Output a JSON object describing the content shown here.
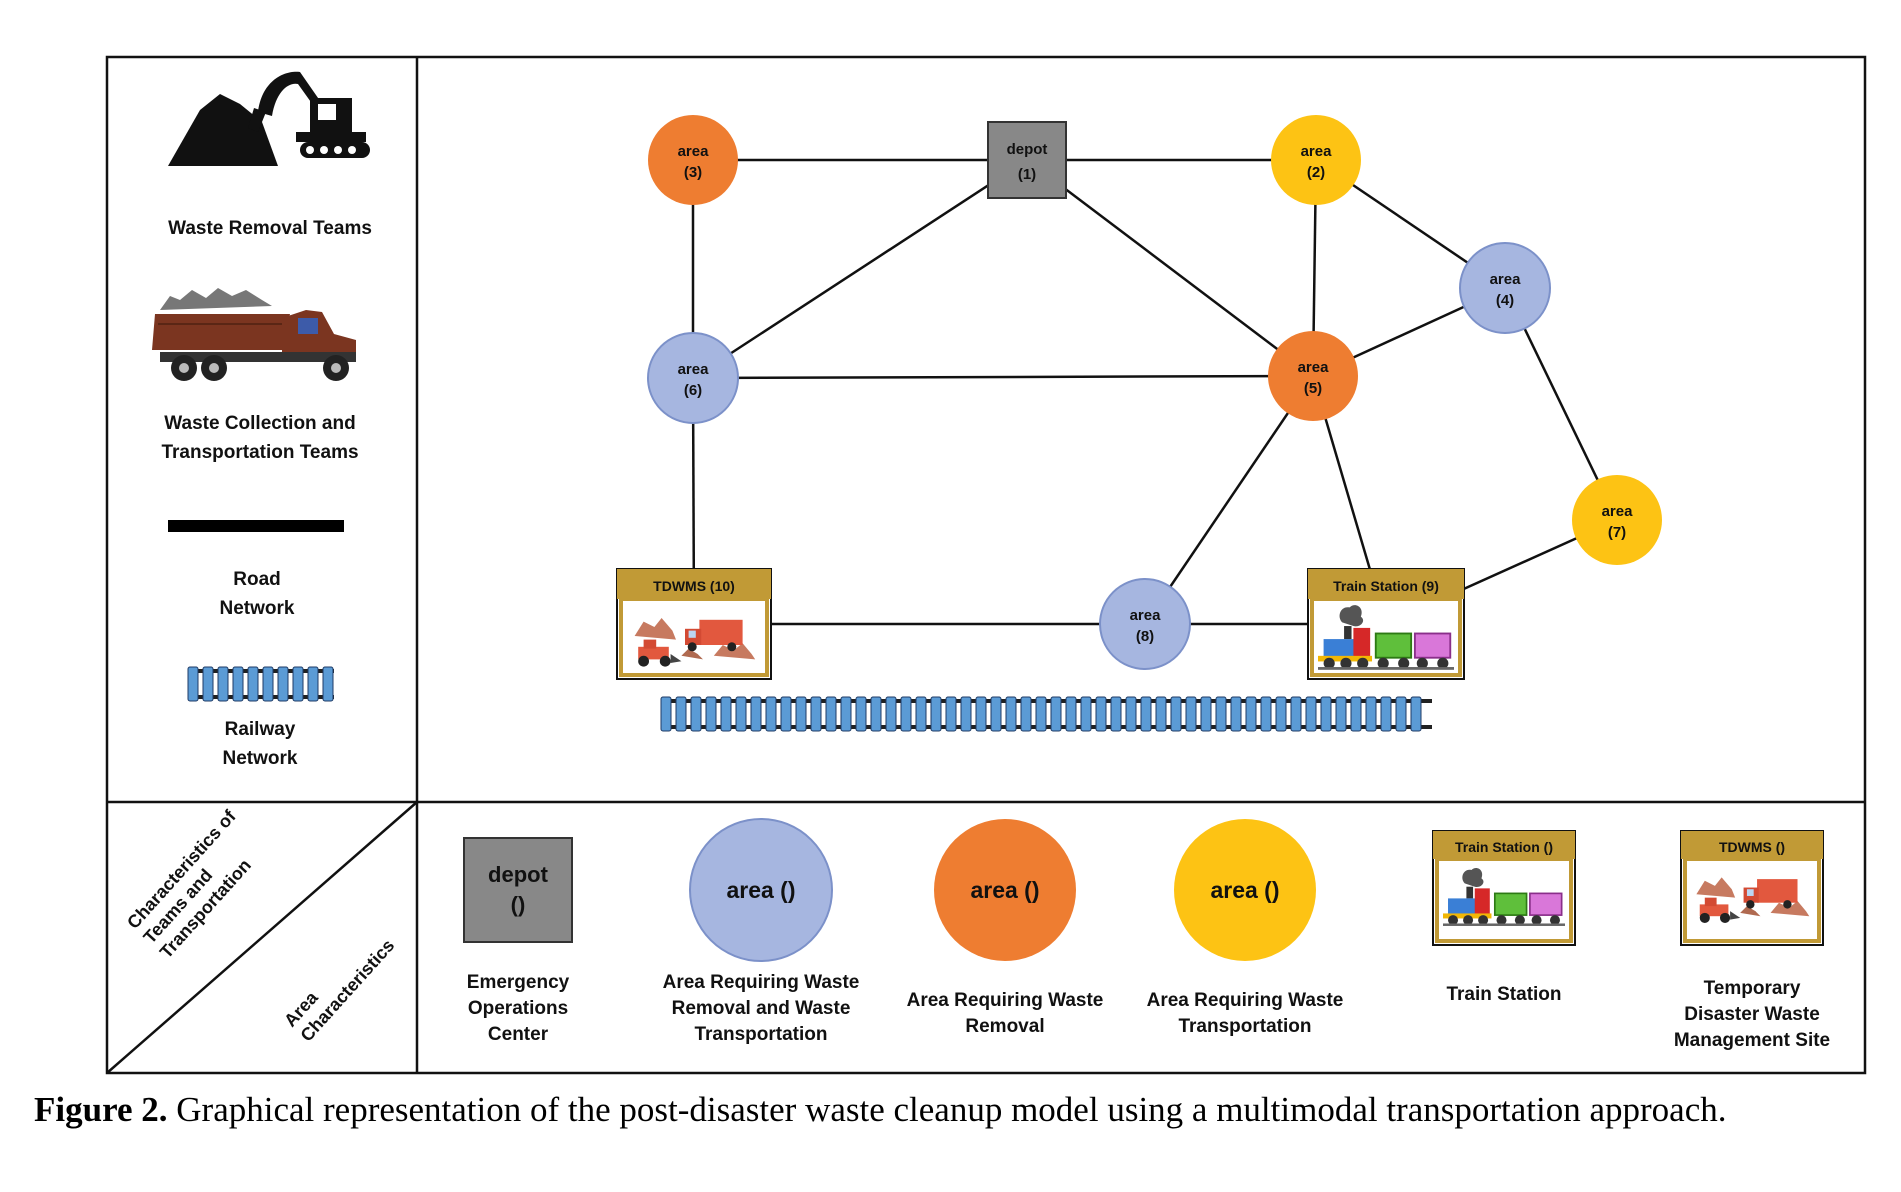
{
  "legend": {
    "waste_removal": [
      "Waste  Removal Teams"
    ],
    "collection": [
      "Waste Collection and",
      "Transportation Teams"
    ],
    "road": [
      "Road",
      "Network"
    ],
    "railway": [
      "Railway",
      "Network"
    ]
  },
  "corner": {
    "top": [
      "Characteristics of",
      "Teams and",
      "Transportation"
    ],
    "bottom": [
      "Area",
      "Characteristics"
    ]
  },
  "nodes": [
    {
      "id": "depot1",
      "kind": "depot",
      "line1": "depot",
      "line2": "(1)"
    },
    {
      "id": "area2",
      "kind": "transport",
      "line1": "area",
      "line2": "(2)"
    },
    {
      "id": "area3",
      "kind": "removal",
      "line1": "area",
      "line2": "(3)"
    },
    {
      "id": "area4",
      "kind": "both",
      "line1": "area",
      "line2": "(4)"
    },
    {
      "id": "area5",
      "kind": "removal",
      "line1": "area",
      "line2": "(5)"
    },
    {
      "id": "area6",
      "kind": "both",
      "line1": "area",
      "line2": "(6)"
    },
    {
      "id": "area7",
      "kind": "transport",
      "line1": "area",
      "line2": "(7)"
    },
    {
      "id": "area8",
      "kind": "both",
      "line1": "area",
      "line2": "(8)"
    },
    {
      "id": "train9",
      "kind": "train",
      "line1": "Train Station (9)"
    },
    {
      "id": "tdwms10",
      "kind": "tdwms",
      "line1": "TDWMS (10)"
    }
  ],
  "edges": [
    [
      "area3",
      "depot1"
    ],
    [
      "depot1",
      "area2"
    ],
    [
      "area3",
      "area6"
    ],
    [
      "depot1",
      "area6"
    ],
    [
      "depot1",
      "area5"
    ],
    [
      "area2",
      "area5"
    ],
    [
      "area2",
      "area4"
    ],
    [
      "area6",
      "area5"
    ],
    [
      "area4",
      "area5"
    ],
    [
      "area4",
      "area7"
    ],
    [
      "area6",
      "tdwms10"
    ],
    [
      "area5",
      "area8"
    ],
    [
      "area5",
      "train9"
    ],
    [
      "tdwms10",
      "area8"
    ],
    [
      "area8",
      "train9"
    ],
    [
      "train9",
      "area7"
    ]
  ],
  "key": [
    {
      "kind": "depot",
      "symbol": [
        "depot",
        "()"
      ],
      "desc": [
        "Emergency",
        "Operations",
        "Center"
      ]
    },
    {
      "kind": "both",
      "symbol": [
        "area ()"
      ],
      "desc": [
        "Area Requiring Waste",
        "Removal and Waste",
        "Transportation"
      ]
    },
    {
      "kind": "removal",
      "symbol": [
        "area ()"
      ],
      "desc": [
        "Area Requiring Waste",
        "Removal"
      ]
    },
    {
      "kind": "transport",
      "symbol": [
        "area ()"
      ],
      "desc": [
        "Area Requiring Waste",
        "Transportation"
      ]
    },
    {
      "kind": "train",
      "symbol": [
        "Train Station ()"
      ],
      "desc": [
        "Train Station"
      ]
    },
    {
      "kind": "tdwms",
      "symbol": [
        "TDWMS ()"
      ],
      "desc": [
        "Temporary",
        "Disaster Waste",
        "Management Site"
      ]
    }
  ],
  "colors": {
    "both": "#a6b6e0",
    "removal": "#ee7d31",
    "transport": "#fdc314",
    "depot": "#888888",
    "station_border": "#c19a36",
    "rail": "#5b9bd5",
    "edge": "#111111"
  },
  "caption": {
    "label": "Figure 2.",
    "text": " Graphical representation of the post-disaster waste cleanup model using a multimodal transportation approach."
  }
}
